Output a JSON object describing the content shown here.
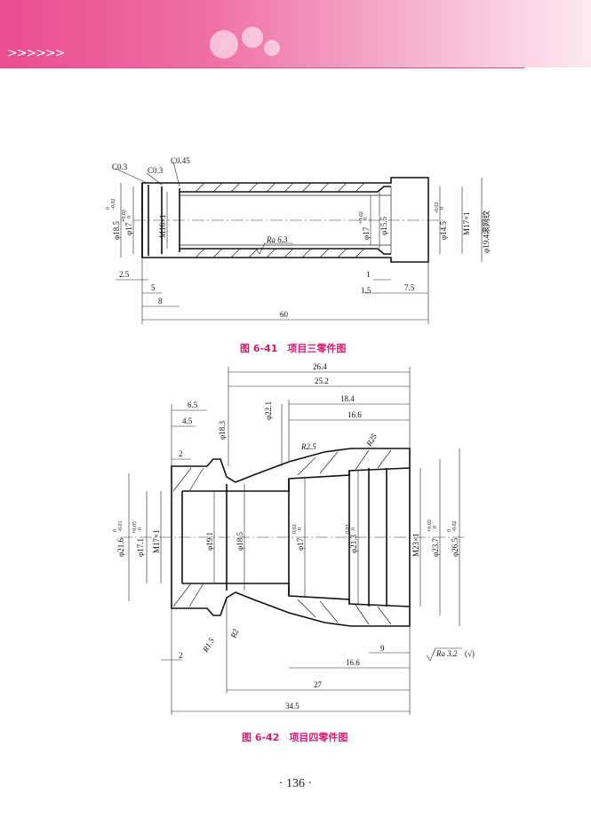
{
  "header": {
    "chevrons": ">>>>>>",
    "accent_color": "#e94e8f"
  },
  "figure1": {
    "caption": "图 6-41　项目三零件图",
    "labels": {
      "c03a": "C0.3",
      "c03b": "C0.3",
      "c045": "C0.45",
      "d185": "φ18.5",
      "d185_tol_up": "0",
      "d185_tol_low": "-0.02",
      "d17": "φ17",
      "d17_tol_up": "+0.02",
      "d17_tol_low": "0",
      "m16": "M16×1",
      "d17b": "φ17",
      "d17b_tol_up": "+0.02",
      "d17b_tol_low": "0",
      "d155": "φ15.5",
      "d145": "φ14.5",
      "d145_tol_up": "-0.02",
      "d145_tol_low": "0",
      "m17": "M17×1",
      "d194": "φ19.4滚网纹",
      "ra": "Ra 6.3",
      "dim25": "2.5",
      "dim5": "5",
      "dim8": "8",
      "dim60": "60",
      "dim1": "1",
      "dim15": "1.5",
      "dim75": "7.5"
    }
  },
  "figure2": {
    "caption": "图 6-42　项目四零件图",
    "labels": {
      "dim264": "26.4",
      "dim252": "25.2",
      "dim184": "18.4",
      "dim166": "16.6",
      "dim65": "6.5",
      "dim45": "4.5",
      "dim2a": "2",
      "d183": "φ18.3",
      "d221": "φ22.1",
      "r25a": "R2.5",
      "r25b": "R25",
      "d216": "φ21.6",
      "d216_tol_up": "0",
      "d216_tol_low": "-0.01",
      "d171": "φ17.1",
      "d171_tol_up": "+0.05",
      "d171_tol_low": "0",
      "m17": "M17×1",
      "d191": "φ19.1",
      "d185": "φ18.5",
      "d17": "φ17",
      "d17_tol_up": "0.02",
      "d17_tol_low": "0",
      "d213": "φ21.3",
      "d213_tol_up": "0.02",
      "d213_tol_low": "0",
      "m23": "M23×1",
      "d237": "φ23.7",
      "d237_tol_up": "+0.02",
      "d237_tol_low": "0",
      "d265": "φ26.5",
      "d265_tol_up": "0",
      "d265_tol_low": "-0.02",
      "r2": "R2",
      "r15": "R1.5",
      "dim2b": "2",
      "dim9": "9",
      "dim166b": "16.6",
      "dim27": "27",
      "dim345": "34.5",
      "ra": "Ra 3.2",
      "ra_check": "(√)"
    }
  },
  "page": {
    "number": "· 136 ·"
  }
}
